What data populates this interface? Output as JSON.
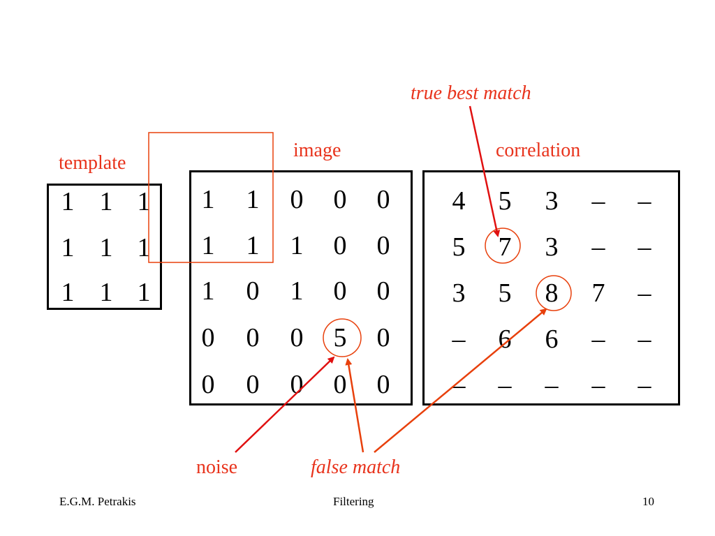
{
  "labels": {
    "template": "template",
    "image": "image",
    "correlation": "correlation",
    "true_best_match": "true best match",
    "noise": "noise",
    "false_match": "false match"
  },
  "template_matrix": [
    [
      "1",
      "1",
      "1"
    ],
    [
      "1",
      "1",
      "1"
    ],
    [
      "1",
      "1",
      "1"
    ]
  ],
  "image_matrix": [
    [
      "1",
      "1",
      "0",
      "0",
      "0"
    ],
    [
      "1",
      "1",
      "1",
      "0",
      "0"
    ],
    [
      "1",
      "0",
      "1",
      "0",
      "0"
    ],
    [
      "0",
      "0",
      "0",
      "5",
      "0"
    ],
    [
      "0",
      "0",
      "0",
      "0",
      "0"
    ]
  ],
  "correlation_matrix": [
    [
      "4",
      "5",
      "3",
      "–",
      "–"
    ],
    [
      "5",
      "7",
      "3",
      "–",
      "–"
    ],
    [
      "3",
      "5",
      "8",
      "7",
      "–"
    ],
    [
      "–",
      "6",
      "6",
      "–",
      "–"
    ],
    [
      "–",
      "–",
      "–",
      "–",
      "–"
    ]
  ],
  "footer": {
    "author": "E.G.M. Petrakis",
    "title": "Filtering",
    "page": "10"
  },
  "colors": {
    "accent": "#e8331c",
    "text": "#000000",
    "arrow_red": "#e01010",
    "arrow_orange": "#e8400c"
  }
}
